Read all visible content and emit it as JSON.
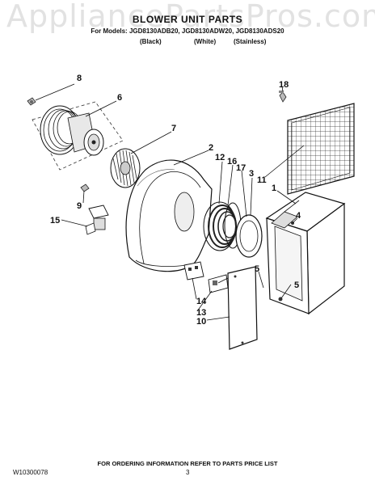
{
  "watermark": "AppliancePartsPros.com",
  "title": "BLOWER UNIT PARTS",
  "models_line": "For Models: JGD8130ADB20, JGD8130ADW20, JGD8130ADS20",
  "model_variants": [
    "(Black)",
    "(White)",
    "(Stainless)"
  ],
  "callouts": {
    "c8": "8",
    "c6": "6",
    "c7": "7",
    "c18": "18",
    "c2": "2",
    "c12": "12",
    "c16": "16",
    "c17": "17",
    "c3": "3",
    "c11": "11",
    "c1": "1",
    "c9": "9",
    "c4": "4",
    "c15": "15",
    "c5a": "5",
    "c5b": "5",
    "c14": "14",
    "c13": "13",
    "c10": "10"
  },
  "footer_note": "FOR ORDERING INFORMATION REFER TO PARTS PRICE LIST",
  "doc_number": "W10300078",
  "page_number": "3"
}
